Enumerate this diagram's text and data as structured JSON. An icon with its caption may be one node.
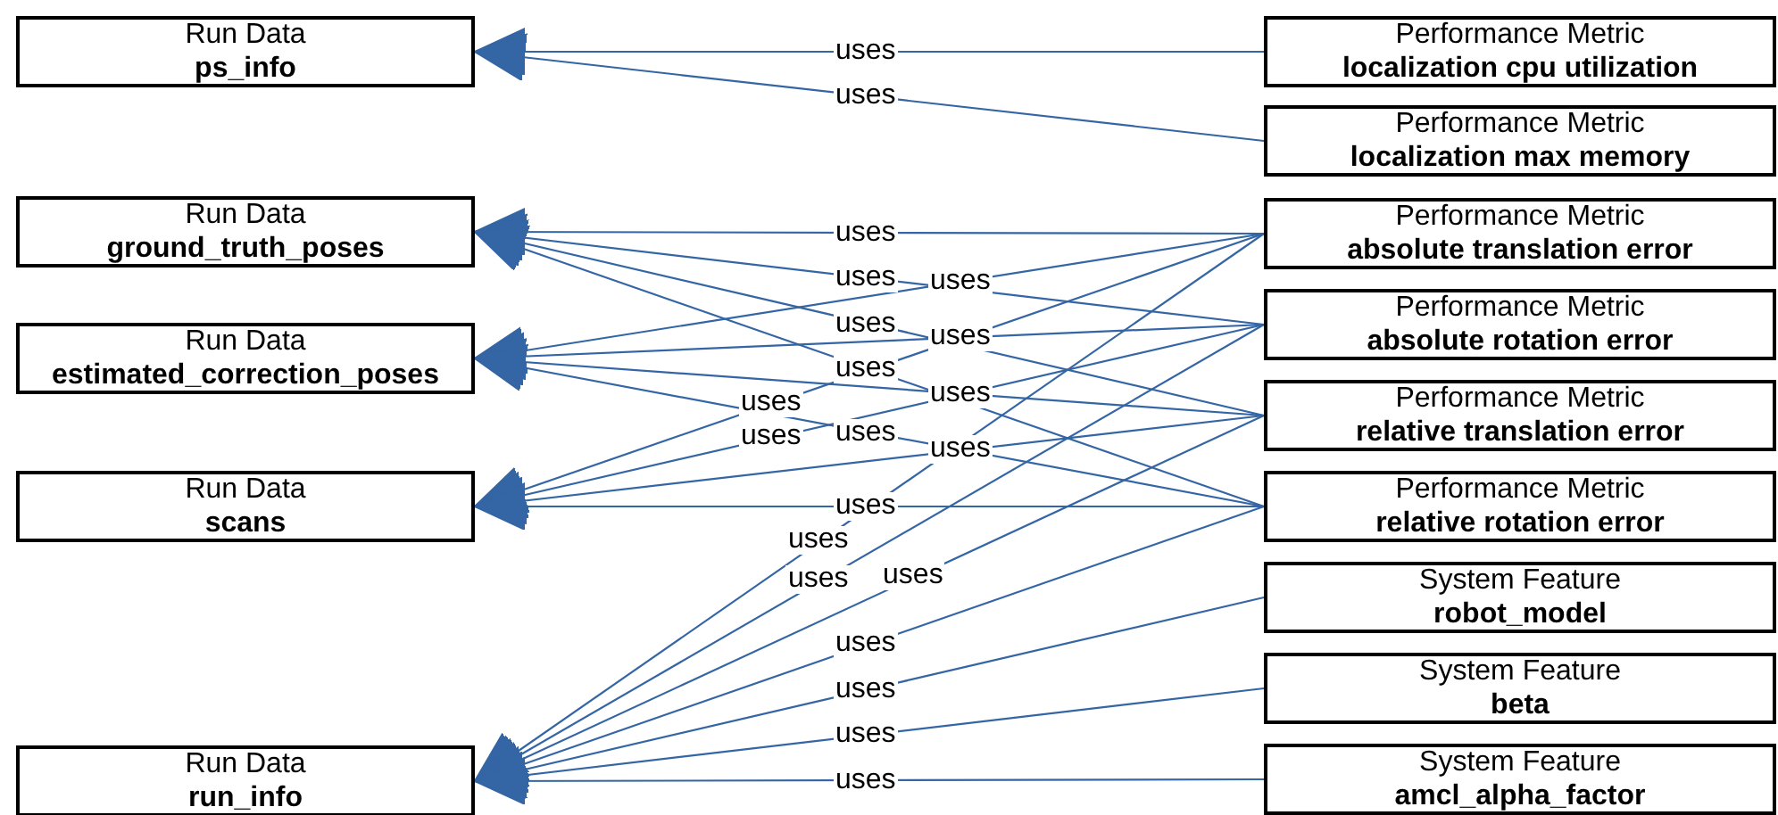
{
  "diagram": {
    "nodes": [
      {
        "text": [
          "Run Data",
          "ps_info"
        ]
      },
      {
        "text": [
          "Run Data",
          "ground_truth_poses"
        ]
      },
      {
        "text": [
          "Run Data",
          "estimated_correction_poses"
        ]
      },
      {
        "text": [
          "Run Data",
          "scans"
        ]
      },
      {
        "text": [
          "Run Data",
          "run_info"
        ]
      },
      {
        "text": [
          "Performance Metric",
          "localization cpu utilization"
        ]
      },
      {
        "text": [
          "Performance Metric",
          "localization max memory"
        ]
      },
      {
        "text": [
          "Performance Metric",
          "absolute translation error"
        ]
      },
      {
        "text": [
          "Performance Metric",
          "absolute rotation error"
        ]
      },
      {
        "text": [
          "Performance Metric",
          "relative translation error"
        ]
      },
      {
        "text": [
          "Performance Metric",
          "relative rotation error"
        ]
      },
      {
        "text": [
          "System Feature",
          "robot_model"
        ]
      },
      {
        "text": [
          "System Feature",
          "beta"
        ]
      },
      {
        "text": [
          "System Feature",
          "amcl_alpha_factor"
        ]
      }
    ],
    "edges": [
      {
        "from": 5,
        "to": 0,
        "arrow": "to",
        "label": "uses"
      },
      {
        "from": 6,
        "to": 0,
        "arrow": "to",
        "label": "uses"
      },
      {
        "from": 7,
        "to": 1,
        "arrow": "to",
        "label": "uses"
      },
      {
        "from": 8,
        "to": 1,
        "arrow": "to",
        "label": "uses"
      },
      {
        "from": 9,
        "to": 1,
        "arrow": "to",
        "label": "uses"
      },
      {
        "from": 10,
        "to": 1,
        "arrow": "to",
        "label": "uses"
      },
      {
        "from": 7,
        "to": 2,
        "arrow": "to",
        "label": "uses"
      },
      {
        "from": 8,
        "to": 2,
        "arrow": "to",
        "label": "uses"
      },
      {
        "from": 9,
        "to": 2,
        "arrow": "to",
        "label": "uses"
      },
      {
        "from": 10,
        "to": 2,
        "arrow": "to",
        "label": "uses"
      },
      {
        "from": 7,
        "to": 3,
        "arrow": "to",
        "label": "uses"
      },
      {
        "from": 8,
        "to": 3,
        "arrow": "to",
        "label": "uses"
      },
      {
        "from": 9,
        "to": 3,
        "arrow": "to",
        "label": "uses"
      },
      {
        "from": 10,
        "to": 3,
        "arrow": "to",
        "label": "uses"
      },
      {
        "from": 7,
        "to": 4,
        "arrow": "to",
        "label": "uses"
      },
      {
        "from": 8,
        "to": 4,
        "arrow": "to",
        "label": "uses"
      },
      {
        "from": 9,
        "to": 4,
        "arrow": "to",
        "label": "uses"
      },
      {
        "from": 10,
        "to": 4,
        "arrow": "to",
        "label": "uses"
      },
      {
        "from": 11,
        "to": 4,
        "arrow": "to",
        "label": "uses"
      },
      {
        "from": 12,
        "to": 4,
        "arrow": "to",
        "label": "uses"
      },
      {
        "from": 13,
        "to": 4,
        "arrow": "to",
        "label": "uses"
      }
    ]
  }
}
